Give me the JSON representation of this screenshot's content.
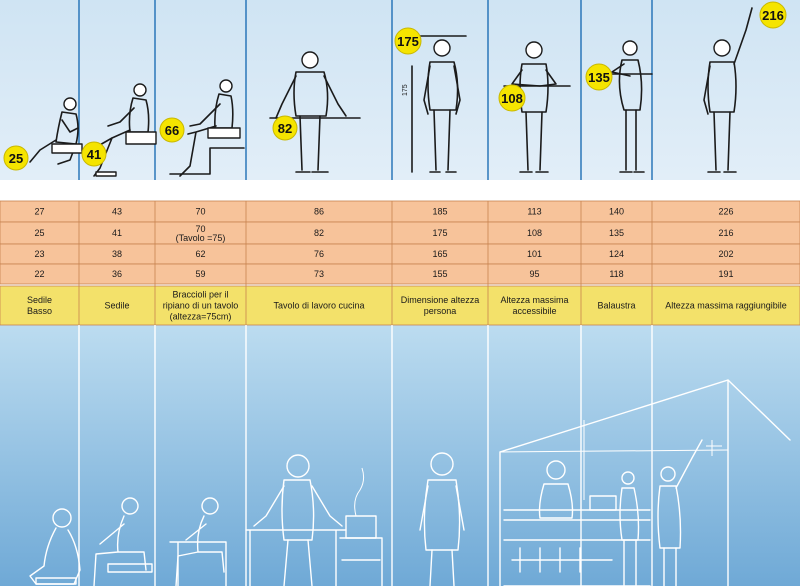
{
  "columns": [
    {
      "label_lines": [
        "Sedile",
        "Basso"
      ],
      "badge": "25",
      "values": [
        "27",
        "25",
        "23",
        "22"
      ]
    },
    {
      "label_lines": [
        "Sedile"
      ],
      "badge": "41",
      "values": [
        "43",
        "41",
        "38",
        "36"
      ]
    },
    {
      "label_lines": [
        "Braccioli per il",
        "ripiano di un tavolo",
        "(altezza=75cm)"
      ],
      "badge": "66",
      "values": [
        "70",
        "70",
        "62",
        "59"
      ],
      "extra_note": "(Tavolo =75)"
    },
    {
      "label_lines": [
        "Tavolo di lavoro cucina"
      ],
      "badge": "82",
      "values": [
        "86",
        "82",
        "76",
        "73"
      ]
    },
    {
      "label_lines": [
        "Dimensione altezza",
        "persona"
      ],
      "badge": "175",
      "values": [
        "185",
        "175",
        "165",
        "155"
      ],
      "scale_label": "175"
    },
    {
      "label_lines": [
        "Altezza massima",
        "accessibile"
      ],
      "badge": "108",
      "values": [
        "113",
        "108",
        "101",
        "95"
      ]
    },
    {
      "label_lines": [
        "Balaustra"
      ],
      "badge": "135",
      "values": [
        "140",
        "135",
        "124",
        "118"
      ]
    },
    {
      "label_lines": [
        "Altezza massima raggiungibile"
      ],
      "badge": "216",
      "values": [
        "226",
        "216",
        "202",
        "191"
      ]
    }
  ],
  "colors": {
    "panel_blue": "#d6e8f4",
    "panel_line": "#1f6fb5",
    "row_orange": "#f7c39a",
    "row_border": "#c8834f",
    "label_yellow": "#f3e16a",
    "badge_yellow": "#f5e400",
    "silhouette_blue": "#8fc0e2"
  }
}
